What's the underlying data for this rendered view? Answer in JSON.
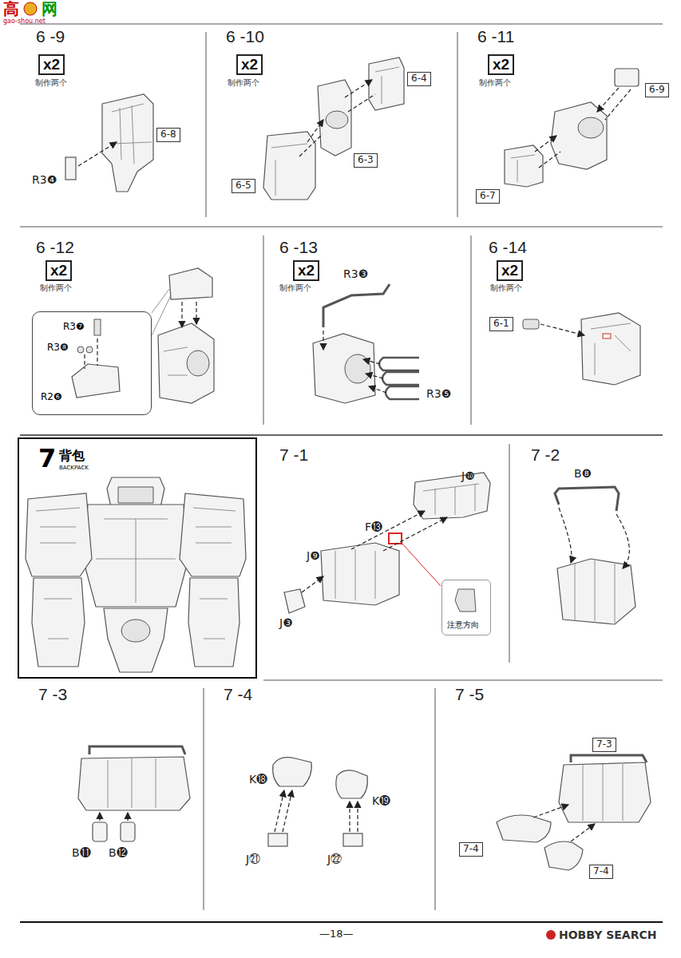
{
  "diagram": {
    "nodes": [
      {
        "text": [
          "x2"
        ]
      },
      {
        "text": [
          "6-8"
        ]
      },
      {
        "text": [
          "x2"
        ]
      },
      {
        "text": [
          "6-4"
        ]
      },
      {
        "text": [
          "6-3"
        ]
      },
      {
        "text": [
          "6-5"
        ]
      },
      {
        "text": [
          "x2"
        ]
      },
      {
        "text": [
          "6-9"
        ]
      },
      {
        "text": [
          "6-7"
        ]
      },
      {
        "text": [
          "x2"
        ]
      },
      {
        "text": [
          "R3❼",
          "R3❽",
          "R2❻"
        ]
      },
      {
        "text": [
          "x2"
        ]
      },
      {
        "text": [
          "x2"
        ]
      },
      {
        "text": [
          "6-1"
        ]
      },
      {
        "text": [
          "7",
          "背包",
          "BACKPACK"
        ]
      },
      {
        "text": [
          "注意方向"
        ]
      },
      {
        "text": [
          "7-3"
        ]
      },
      {
        "text": [
          "7-4"
        ]
      },
      {
        "text": [
          "7-4"
        ]
      }
    ],
    "labels": [
      "高",
      "网",
      "gao-shou.net",
      "6 -9",
      "制作两个",
      "R3❹",
      "6 -10",
      "制作两个",
      "6 -11",
      "制作两个",
      "6 -12",
      "制作两个",
      "6 -13",
      "制作两个",
      "R3❸",
      "R3❺",
      "6 -14",
      "制作两个",
      "7 -1",
      "J❿",
      "F⓭",
      "J❾",
      "J❸",
      "7 -2",
      "B❽",
      "7 -3",
      "B⓫",
      "B⓬",
      "7 -4",
      "K⓲",
      "K⓳",
      "J㉑",
      "J㉒",
      "7 -5",
      "—18—",
      "HOBBY SEARCH"
    ]
  }
}
